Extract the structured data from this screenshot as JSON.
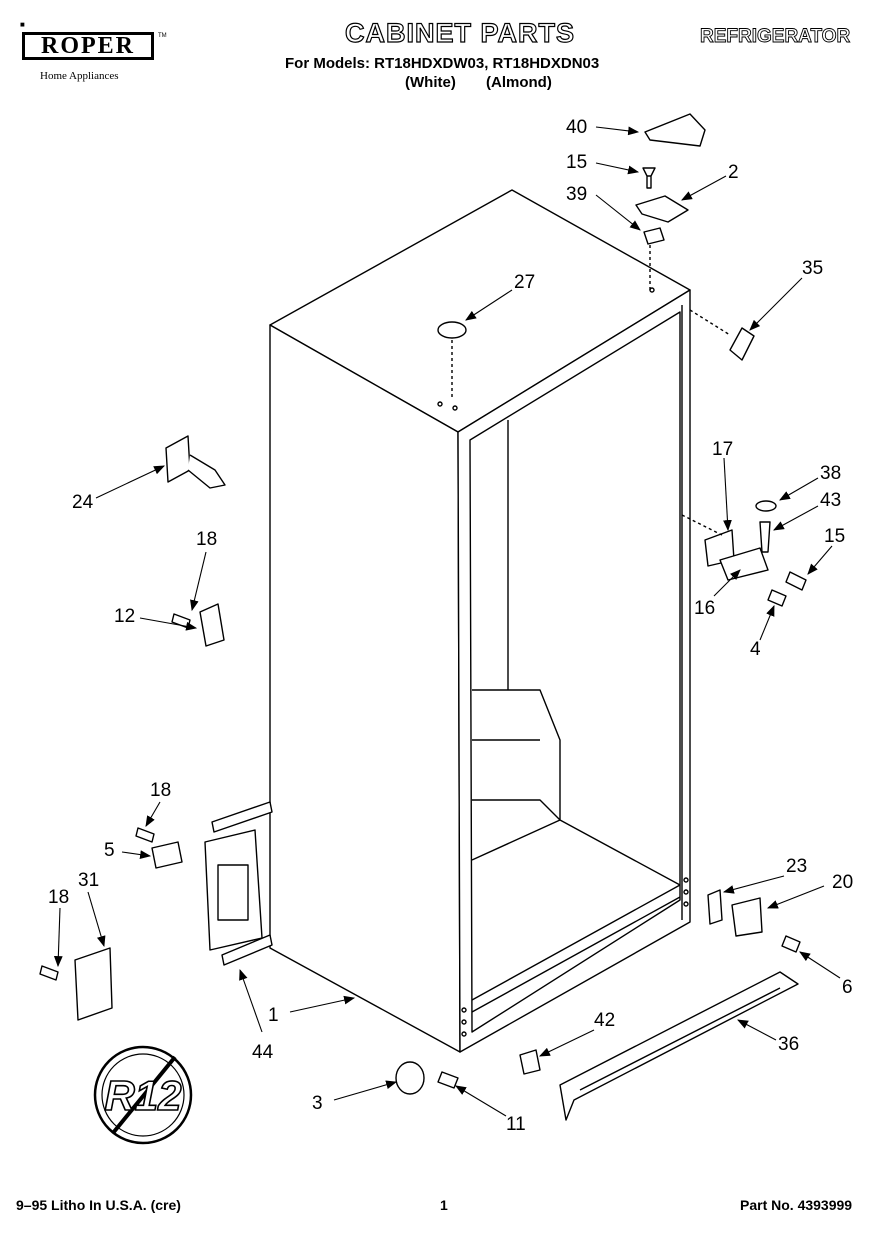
{
  "brand": {
    "name": "ROPER",
    "subtitle": "Home Appliances",
    "trademark": "TM"
  },
  "header": {
    "title": "CABINET PARTS",
    "category": "REFRIGERATOR",
    "models_line": "For Models: RT18HDXDW03, RT18HDXDN03",
    "color_white": "(White)",
    "color_almond": "(Almond)"
  },
  "badge": {
    "label": "R12"
  },
  "callouts": {
    "c40": "40",
    "c15a": "15",
    "c2": "2",
    "c39": "39",
    "c27": "27",
    "c35": "35",
    "c24": "24",
    "c18a": "18",
    "c12": "12",
    "c17": "17",
    "c38": "38",
    "c43": "43",
    "c15b": "15",
    "c16": "16",
    "c4": "4",
    "c18b": "18",
    "c5": "5",
    "c18c": "18",
    "c31": "31",
    "c23": "23",
    "c20": "20",
    "c6": "6",
    "c42": "42",
    "c36": "36",
    "c1": "1",
    "c44": "44",
    "c3": "3",
    "c11": "11"
  },
  "footer": {
    "print_info": "9–95 Litho In U.S.A. (cre)",
    "page": "1",
    "part_no": "Part No. 4393999"
  }
}
